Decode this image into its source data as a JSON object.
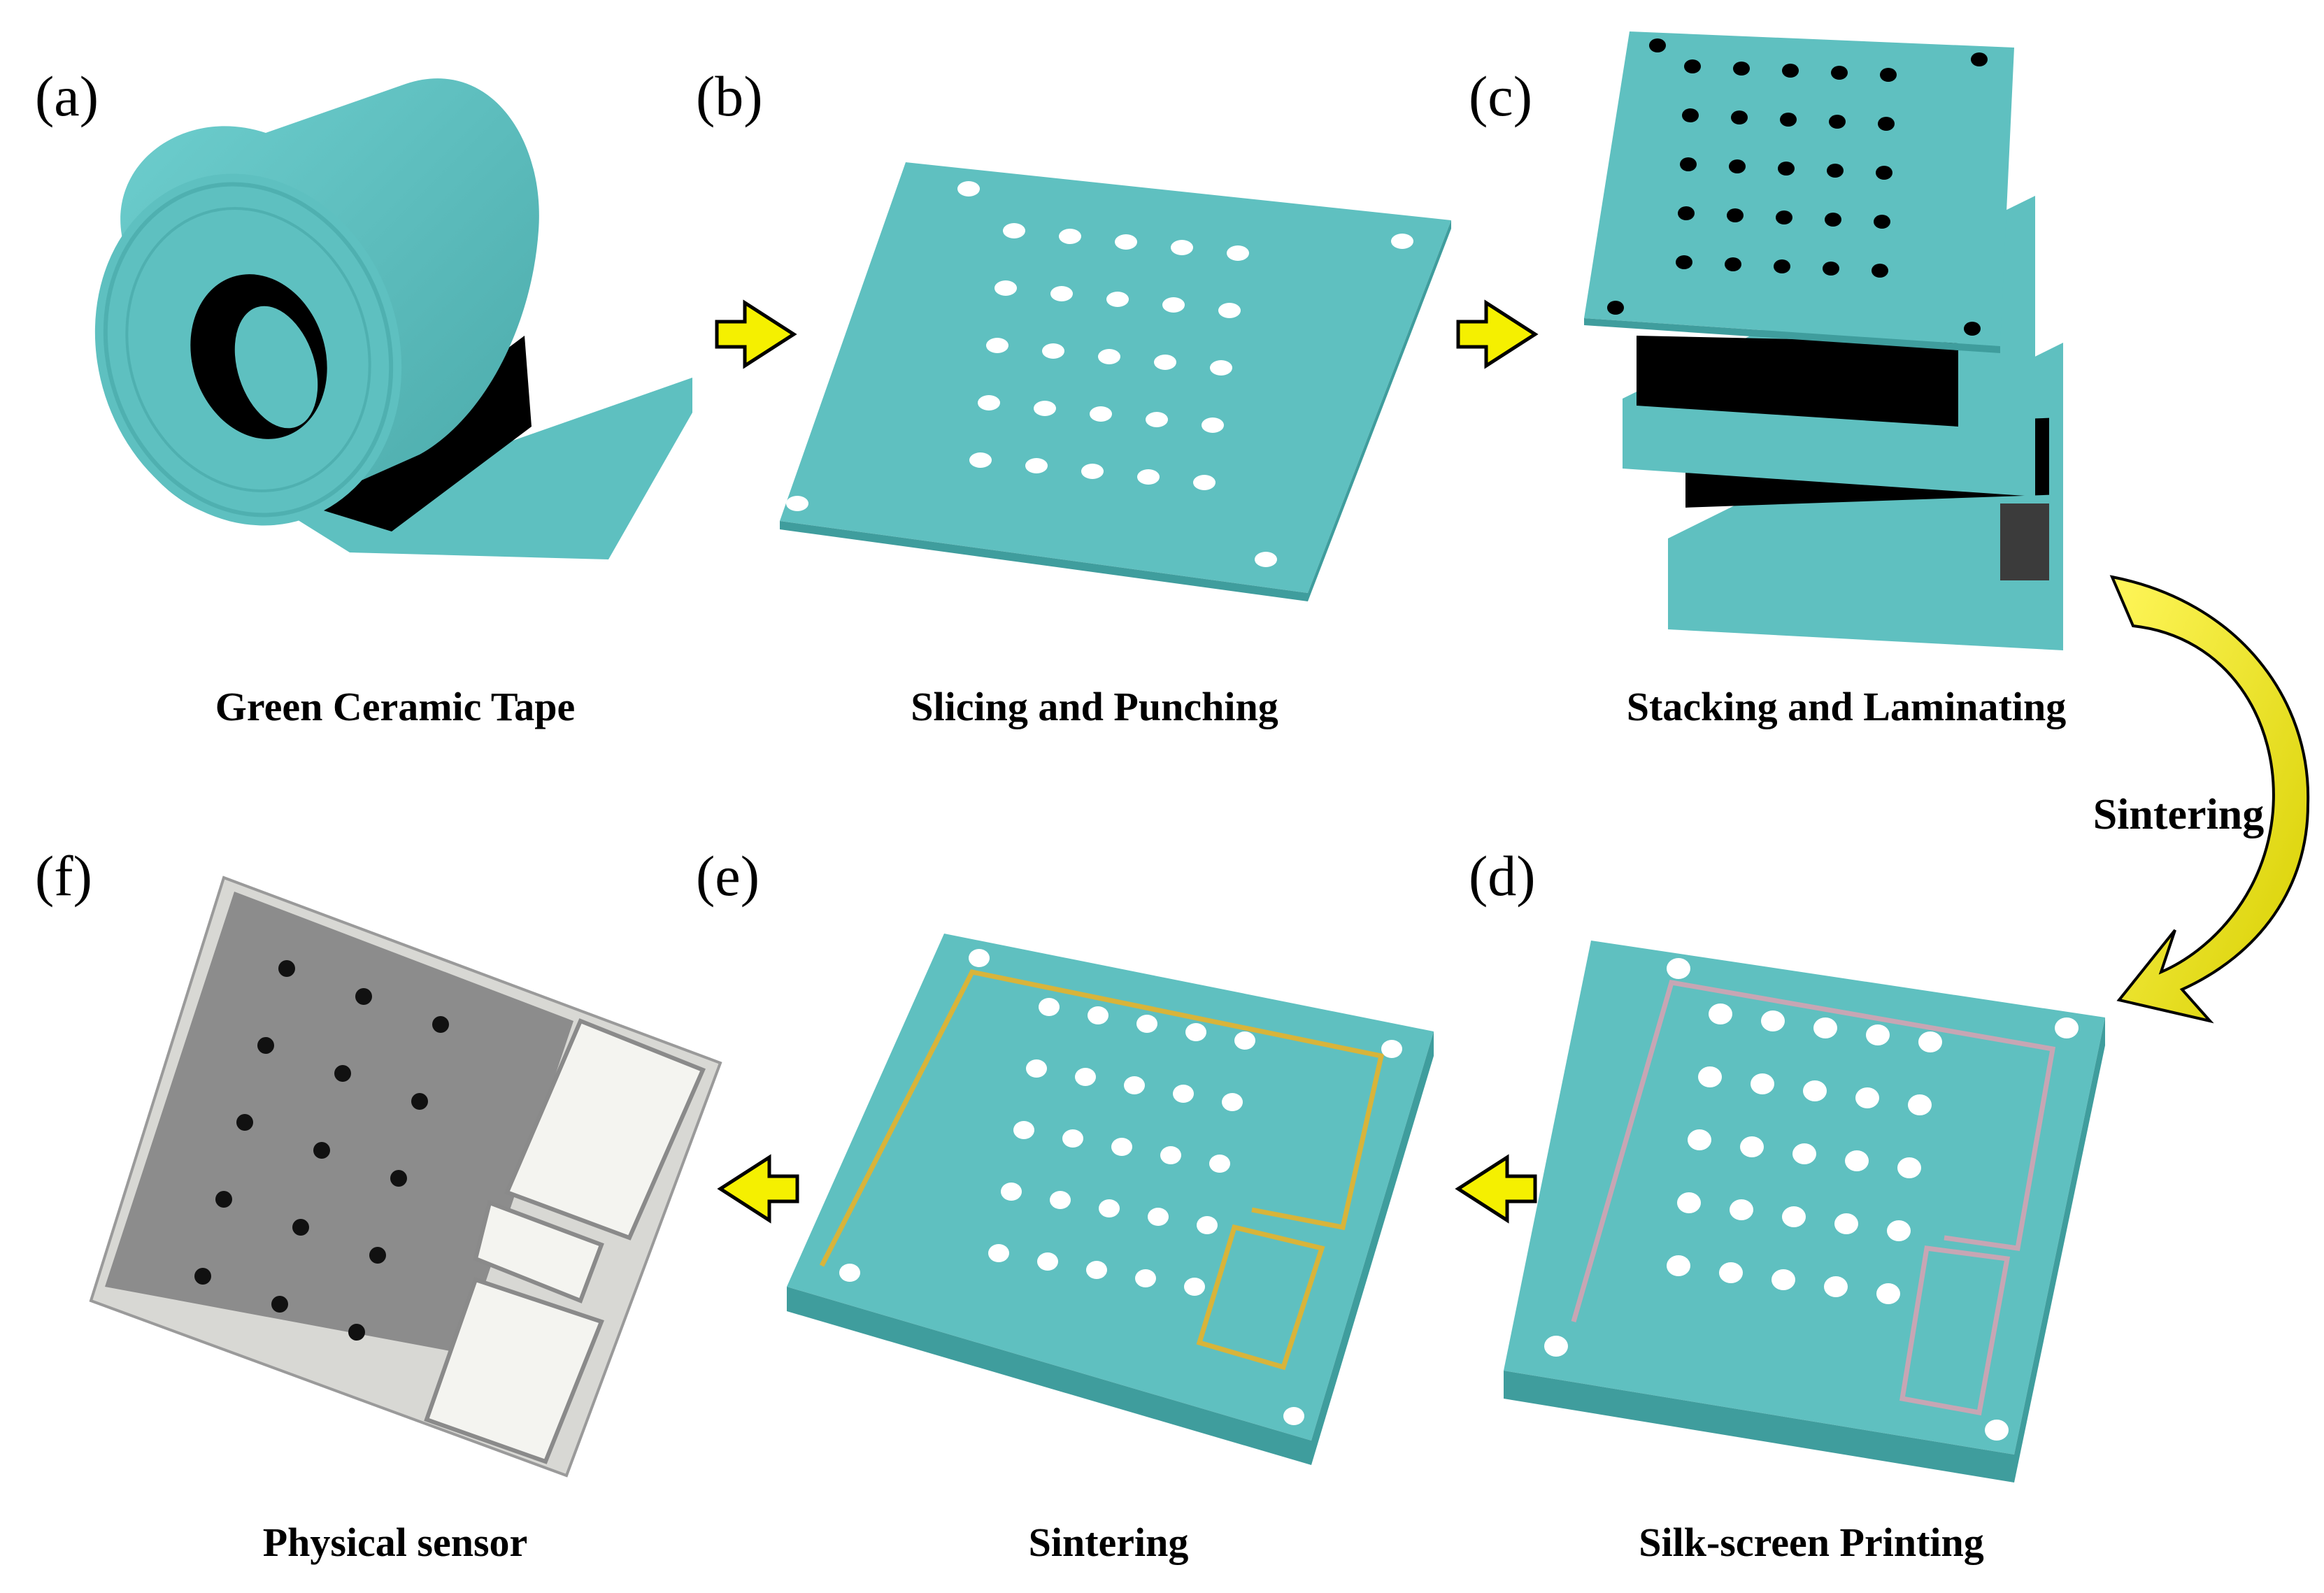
{
  "panels": {
    "a": {
      "letter": "(a)",
      "caption": "Green Ceramic Tape"
    },
    "b": {
      "letter": "(b)",
      "caption": "Slicing and Punching"
    },
    "c": {
      "letter": "(c)",
      "caption": "Stacking and Laminating"
    },
    "d": {
      "letter": "(d)",
      "caption": "Silk-screen Printing"
    },
    "e": {
      "letter": "(e)",
      "caption": "Sintering"
    },
    "f": {
      "letter": "(f)",
      "caption": "Physical sensor"
    }
  },
  "curved_arrow": {
    "label": "Sintering"
  },
  "colors": {
    "ceramic": "#5fc0c0",
    "ceramic_side": "#3f9d9d",
    "arrow_fill": "#f5f000",
    "gold_trace": "#d8b43a",
    "silver_trace": "#c7a6b4",
    "sensor_gray": "#8c8c8c",
    "sensor_white": "#f4f4f0"
  }
}
